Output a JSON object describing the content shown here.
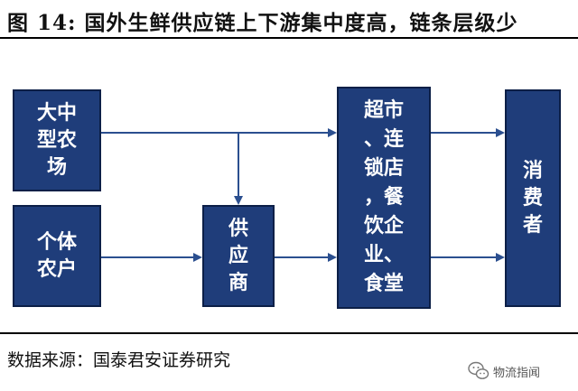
{
  "title": "图 14:  国外生鲜供应链上下游集中度高，链条层级少",
  "boxes": {
    "large_farmer": "大中\n型农\n场",
    "small_farmer": "个体\n农户",
    "supplier": "供\n应\n商",
    "retail": "超市\n、连\n锁店\n，餐\n饮企\n业、\n食堂",
    "consumer": "消\n费\n者"
  },
  "source": "数据来源：国泰君安证券研究",
  "watermark": "物流指闻",
  "colors": {
    "box_fill": "#1f3d7a",
    "box_border": "#0c1f47",
    "arrow": "#2b4f8f"
  }
}
